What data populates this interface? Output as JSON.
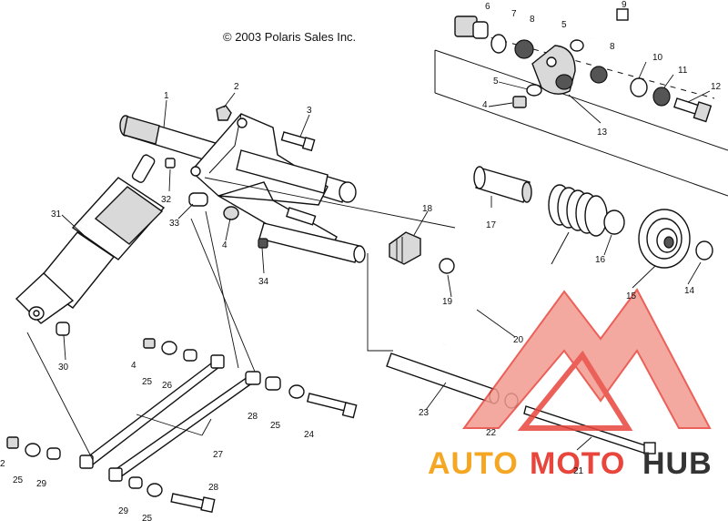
{
  "copyright": "© 2003 Polaris Sales Inc.",
  "watermark": {
    "auto": "AUTO",
    "moto": "MOTO",
    "hub": "HUB",
    "color_orange": "#f5a623",
    "color_red": "#e8453c",
    "color_dark": "#333333"
  },
  "labels": {
    "l1": "1",
    "l2a": "2",
    "l2b": "2",
    "l3": "3",
    "l4a": "4",
    "l4b": "4",
    "l4c": "4",
    "l5a": "5",
    "l5b": "5",
    "l6": "6",
    "l7": "7",
    "l8a": "8",
    "l8b": "8",
    "l9": "9",
    "l10": "10",
    "l11": "11",
    "l12": "12",
    "l13": "13",
    "l14": "14",
    "l15": "15",
    "l16": "16",
    "l17": "17",
    "l18": "18",
    "l19": "19",
    "l20": "20",
    "l21": "21",
    "l22": "22",
    "l23": "23",
    "l24": "24",
    "l25a": "25",
    "l25b": "25",
    "l25c": "25",
    "l25d": "25",
    "l26": "26",
    "l27": "27",
    "l28a": "28",
    "l28b": "28",
    "l29a": "29",
    "l29b": "29",
    "l30": "30",
    "l31": "31",
    "l32": "32",
    "l33": "33",
    "l34": "34"
  }
}
